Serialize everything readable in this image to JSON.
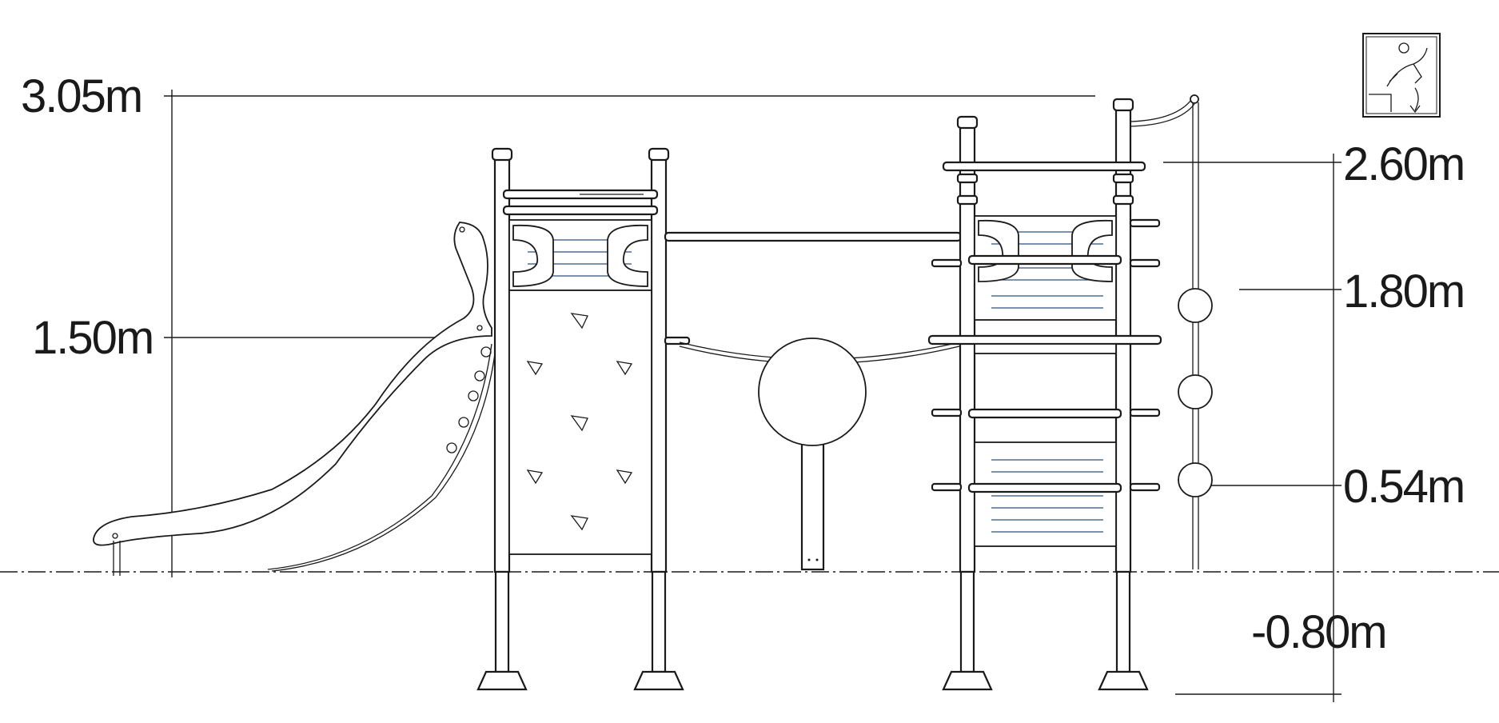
{
  "dimensions": {
    "total_height": "3.05m",
    "slide_height": "1.50m",
    "bar_height": "2.60m",
    "platform_height": "1.80m",
    "low_rung_height": "0.54m",
    "foundation_depth": "-0.80m"
  },
  "icons": {
    "safety": "fall-hazard-icon"
  }
}
